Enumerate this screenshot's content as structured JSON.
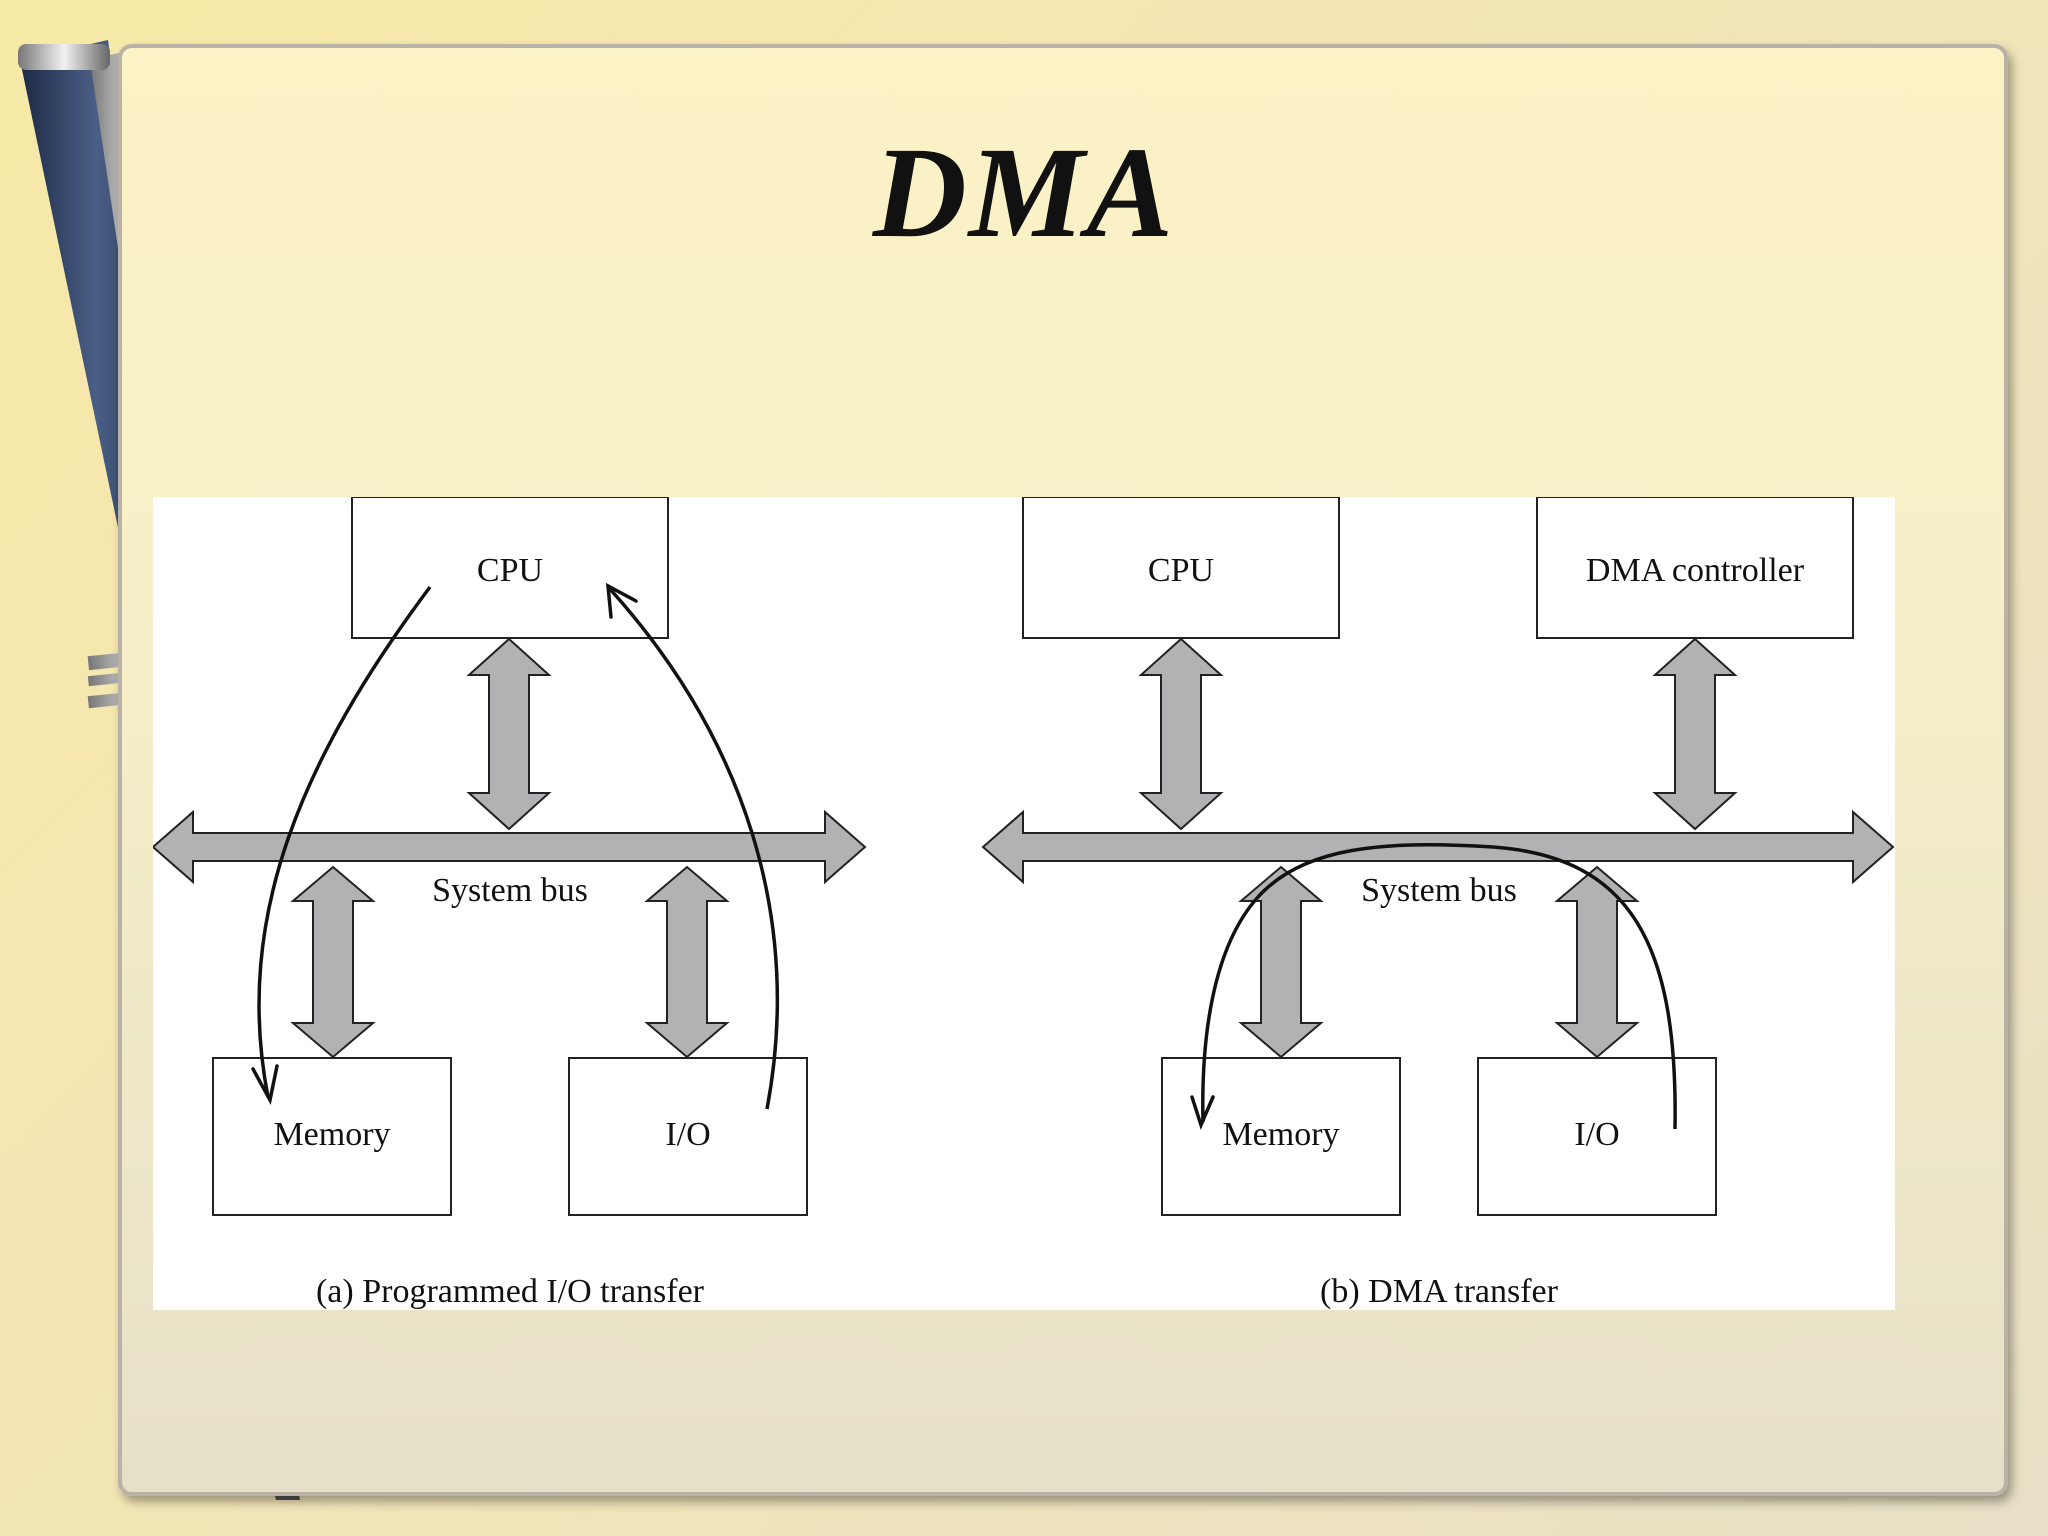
{
  "slide": {
    "title": "DMA"
  },
  "diagram_a": {
    "cpu": "CPU",
    "bus": "System bus",
    "memory": "Memory",
    "io": "I/O",
    "caption": "(a) Programmed I/O transfer"
  },
  "diagram_b": {
    "cpu": "CPU",
    "dma_controller": "DMA controller",
    "bus": "System bus",
    "memory": "Memory",
    "io": "I/O",
    "caption": "(b) DMA transfer"
  },
  "colors": {
    "bus_fill": "#b2b1b4",
    "slide_background": "#f7e9a6"
  },
  "icons": {
    "decoration": "pen-icon"
  }
}
